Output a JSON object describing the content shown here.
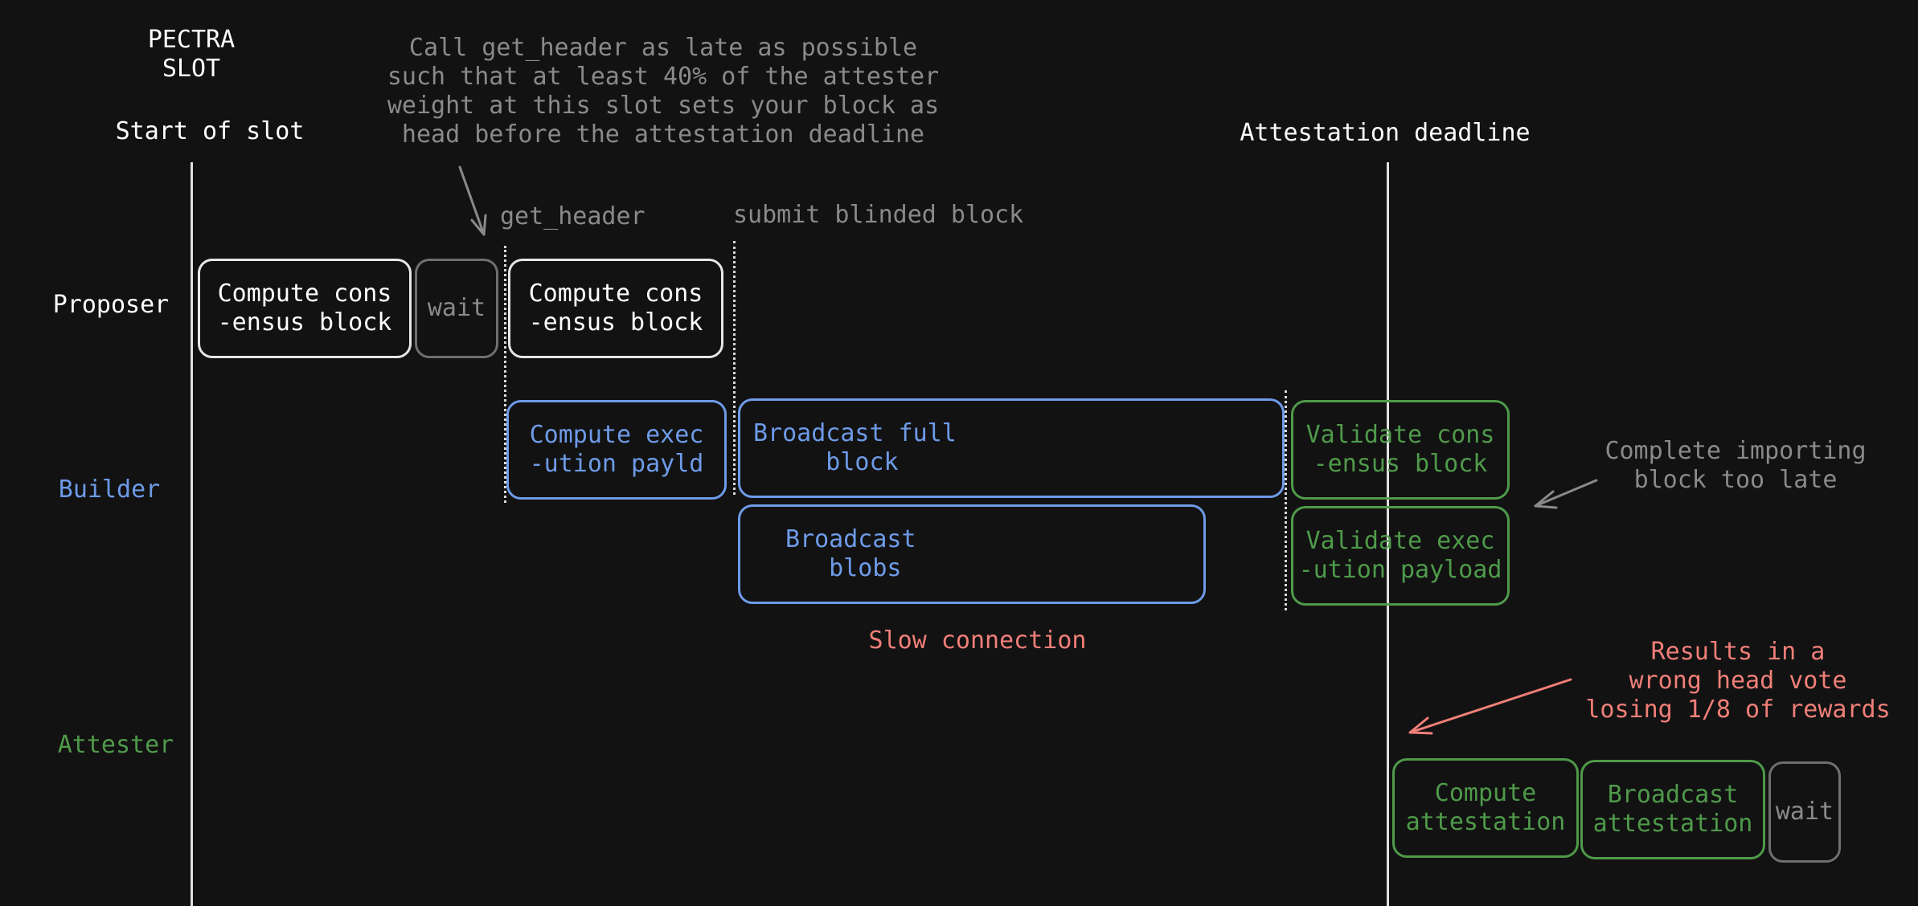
{
  "header": {
    "title": "PECTRA\nSLOT",
    "start_label": "Start of slot",
    "deadline_label": "Attestation deadline",
    "note": "Call get_header as late as possible\nsuch that at least 40% of the attester\nweight at this slot sets your block as\nhead before the attestation deadline"
  },
  "markers": {
    "get_header": "get_header",
    "submit": "submit blinded block"
  },
  "rows": {
    "proposer": "Proposer",
    "builder": "Builder",
    "attester": "Attester"
  },
  "proposer_boxes": {
    "compute1": "Compute cons\n-ensus block",
    "wait": "wait",
    "compute2": "Compute cons\n-ensus block"
  },
  "builder_boxes": {
    "compute_exec": "Compute exec\n-ution payld",
    "broadcast_full": "Broadcast full\n     block",
    "broadcast_blobs": "Broadcast\n   blobs",
    "validate_cons": "Validate cons\n-ensus block",
    "validate_exec": "Validate exec\n-ution payload"
  },
  "attester_boxes": {
    "compute": "Compute\nattestation",
    "broadcast": "Broadcast\nattestation",
    "wait": "wait"
  },
  "annotations": {
    "slow": "Slow connection",
    "late_import": "Complete importing\nblock too late",
    "wrong_vote": "Results in a\nwrong head vote\nlosing 1/8 of rewards"
  },
  "colors": {
    "background": "#121212",
    "proposer": "#ffffff",
    "builder": "#6e9be8",
    "attester": "#4f9a4a",
    "note": "#8a8a8a",
    "warning": "#f07f78"
  }
}
